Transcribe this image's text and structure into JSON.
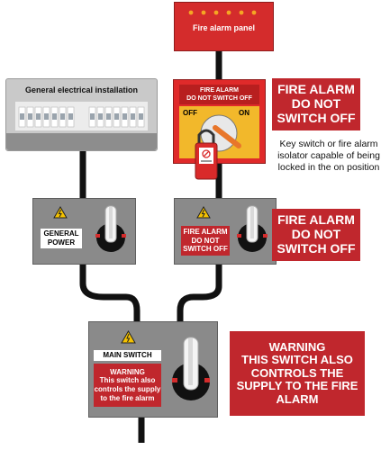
{
  "fire_alarm_panel": {
    "label": "Fire alarm panel"
  },
  "electrical_installation": {
    "label": "General electrical installation"
  },
  "key_switch": {
    "header_line1": "FIRE ALARM",
    "header_line2": "DO NOT SWITCH OFF",
    "off_label": "OFF",
    "on_label": "ON"
  },
  "key_switch_note": {
    "line1": "FIRE ALARM",
    "line2": "DO NOT",
    "line3": "SWITCH OFF"
  },
  "key_switch_description": {
    "line1": "Key switch or fire alarm",
    "line2": "isolator capable of being",
    "line3": "locked in the on position"
  },
  "general_power_switch": {
    "line1": "GENERAL",
    "line2": "POWER"
  },
  "fire_alarm_switch": {
    "line1": "FIRE ALARM",
    "line2": "DO NOT",
    "line3": "SWITCH OFF"
  },
  "fire_alarm_switch_note": {
    "line1": "FIRE ALARM",
    "line2": "DO NOT",
    "line3": "SWITCH OFF"
  },
  "main_switch": {
    "label": "MAIN SWITCH",
    "warning_line1": "WARNING",
    "warning_line2": "This switch also",
    "warning_line3": "controls the supply",
    "warning_line4": "to the fire alarm"
  },
  "main_switch_note": {
    "line1": "WARNING",
    "line2": "THIS SWITCH ALSO",
    "line3": "CONTROLS THE",
    "line4": "SUPPLY TO THE FIRE",
    "line5": "ALARM"
  },
  "colors": {
    "red": "#c0272d",
    "panel_grey": "#8a8a8a",
    "cable": "#111111"
  }
}
